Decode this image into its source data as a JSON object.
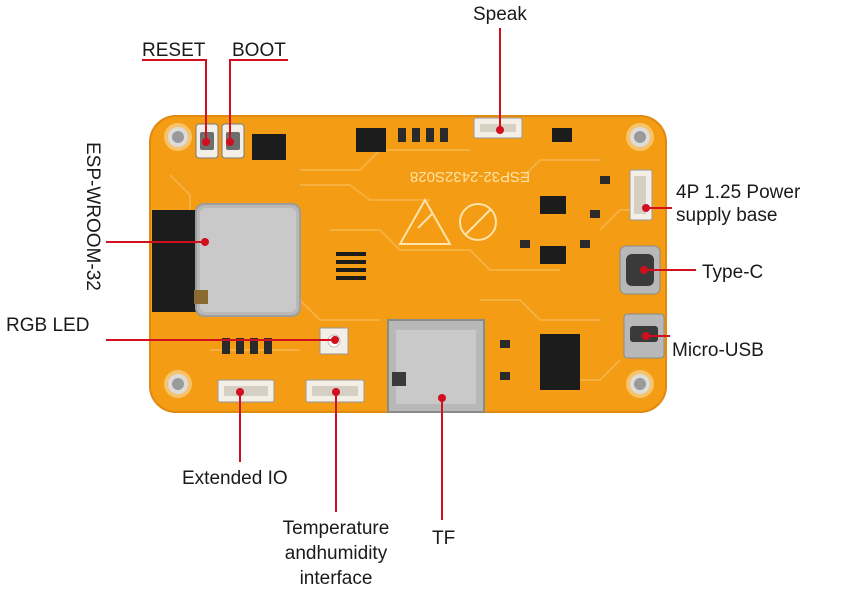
{
  "colors": {
    "board": "#f39c14",
    "board_edge": "#e08a10",
    "silk": "#ffe3a8",
    "leader": "#d10f1f",
    "chip": "#1c1c1c",
    "metal": "#b8b8b8",
    "connector": "#f4efe6"
  },
  "board": {
    "silk_text": "ESP32-2432S028"
  },
  "callouts": {
    "speak": "Speak",
    "reset": "RESET",
    "boot": "BOOT",
    "esp": "ESP-WROOM-32",
    "power_line1": "4P 1.25 Power",
    "power_line2": "supply base",
    "typec": "Type-C",
    "rgb": "RGB LED",
    "microusb": "Micro-USB",
    "extended": "Extended IO",
    "temp_line1": "Temperature",
    "temp_line2": "andhumidity",
    "temp_line3": "interface",
    "tf": "TF"
  },
  "icons": {
    "esd": "esd-warning-icon",
    "hand": "no-touch-icon"
  }
}
